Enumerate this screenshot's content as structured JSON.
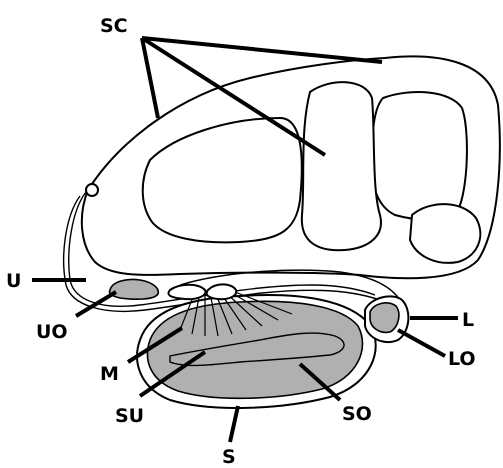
{
  "labels": {
    "sc": "SC",
    "u": "U",
    "uo": "UO",
    "m": "M",
    "su": "SU",
    "s": "S",
    "so": "SO",
    "lo": "LO",
    "l": "L"
  }
}
